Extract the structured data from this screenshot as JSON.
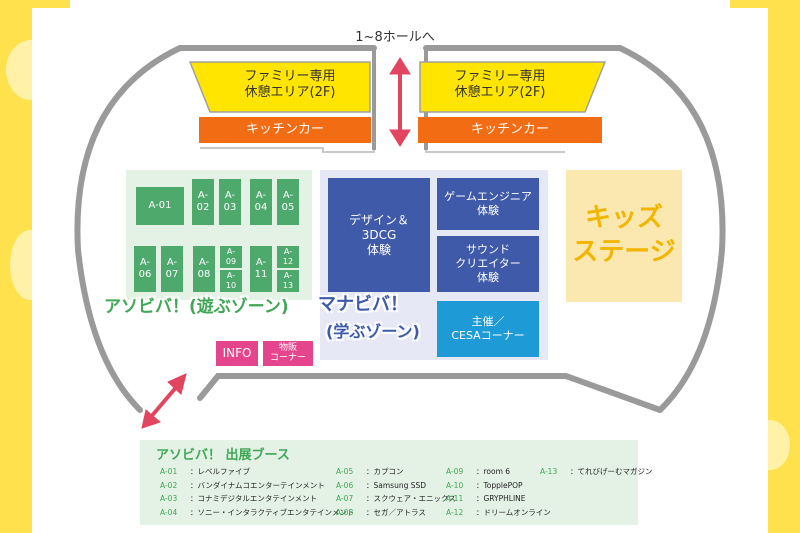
{
  "colors": {
    "background_side": "#ffe14d",
    "family_area": "#ffe500",
    "kitchen": "#f26c14",
    "booth_green": "#4ea96d",
    "zone_green": "#e4f2e6",
    "manabiba_blue": "#3f5aa8",
    "cesa_blue": "#1e9ad6",
    "kids_stage": "#fbe8b0",
    "pink": "#e5458c",
    "arrow": "#e2455f"
  },
  "top_label": "1~8ホールへ",
  "family_areas": [
    {
      "label": "ファミリー専用\n休憩エリア(2F)"
    },
    {
      "label": "ファミリー専用\n休憩エリア(2F)"
    }
  ],
  "kitchen_cars": [
    {
      "label": "キッチンカー"
    },
    {
      "label": "キッチンカー"
    }
  ],
  "booths": {
    "a01": "A-01",
    "a02": "A-\n02",
    "a03": "A-\n03",
    "a04": "A-\n04",
    "a05": "A-\n05",
    "a06": "A-\n06",
    "a07": "A-\n07",
    "a08": "A-\n08",
    "a09": "A-\n09",
    "a10": "A-\n10",
    "a11": "A-\n11",
    "a12": "A-\n12",
    "a13": "A-\n13"
  },
  "asobiba_title": "アソビバ！(遊ぶゾーン)",
  "manabiba_title": "マナビバ！",
  "manabiba_subtitle": "(学ぶゾーン)",
  "blue_areas": {
    "design": "デザイン＆\n3DCG\n体験",
    "game_engineer": "ゲームエンジニア\n体験",
    "sound": "サウンド\nクリエイター\n体験",
    "cesa": "主催／\nCESAコーナー"
  },
  "kids_stage": "キッズ\nステージ",
  "info": "INFO",
  "goods": "物販\nコーナー",
  "legend": {
    "title": "アソビバ！ 出展ブース",
    "columns": [
      [
        {
          "code": "A-01",
          "name": "：レベルファイブ"
        },
        {
          "code": "A-02",
          "name": "：バンダイナムコエンターテインメント"
        },
        {
          "code": "A-03",
          "name": "：コナミデジタルエンタテインメント"
        },
        {
          "code": "A-04",
          "name": "：ソニー・インタラクティブエンタテインメント"
        }
      ],
      [
        {
          "code": "A-05",
          "name": "：カプコン"
        },
        {
          "code": "A-06",
          "name": "：Samsung SSD"
        },
        {
          "code": "A-07",
          "name": "：スクウェア・エニックス"
        },
        {
          "code": "A-08",
          "name": "：セガ／アトラス"
        }
      ],
      [
        {
          "code": "A-09",
          "name": "：room 6"
        },
        {
          "code": "A-10",
          "name": "：TopplePOP"
        },
        {
          "code": "A-11",
          "name": "：GRYPHLINE"
        },
        {
          "code": "A-12",
          "name": "：ドリームオンライン"
        }
      ],
      [
        {
          "code": "A-13",
          "name": "：てれびげーむマガジン"
        }
      ]
    ]
  }
}
